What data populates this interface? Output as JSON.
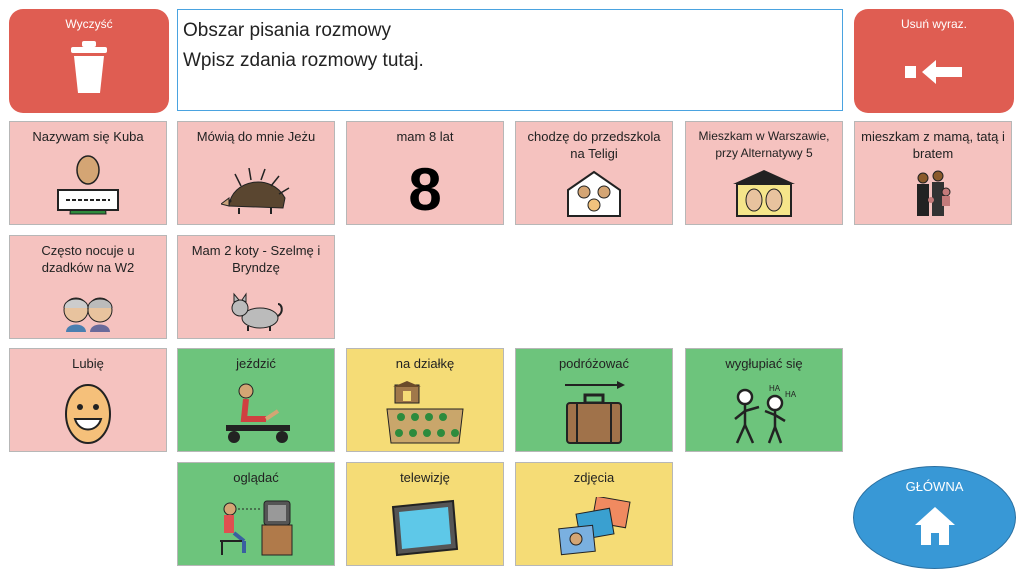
{
  "toolbar": {
    "clear_label": "Wyczyść",
    "delete_label": "Usuń wyraz."
  },
  "message": {
    "line1": "Obszar pisania rozmowy",
    "line2": "Wpisz zdania rozmowy tutaj."
  },
  "tiles": {
    "t1": "Nazywam się Kuba",
    "t2": "Mówią do mnie Jeżu",
    "t3": "mam 8 lat",
    "t3_symbol": "8",
    "t4": "chodzę do przedszkola na Teligi",
    "t5": "Mieszkam w Warszawie, przy Alternatywy 5",
    "t6": "mieszkam z mamą, tatą i bratem",
    "t7": "Często nocuje u dzadków na W2",
    "t8": "Mam 2 koty  - Szelmę i Bryndzę",
    "t9": "Lubię",
    "t10": "jeździć",
    "t11": "na działkę",
    "t12": "podróżować",
    "t13": "wygłupiać się",
    "t13_ha": "HA",
    "t14": "oglądać",
    "t15": "telewizję",
    "t16": "zdjęcia"
  },
  "home": {
    "label": "GŁÓWNA"
  },
  "colors": {
    "top_buttons": "#df5d52",
    "pink": "#f5c2bf",
    "green": "#6dc47c",
    "yellow": "#f5dc76",
    "home": "#3898d6"
  }
}
